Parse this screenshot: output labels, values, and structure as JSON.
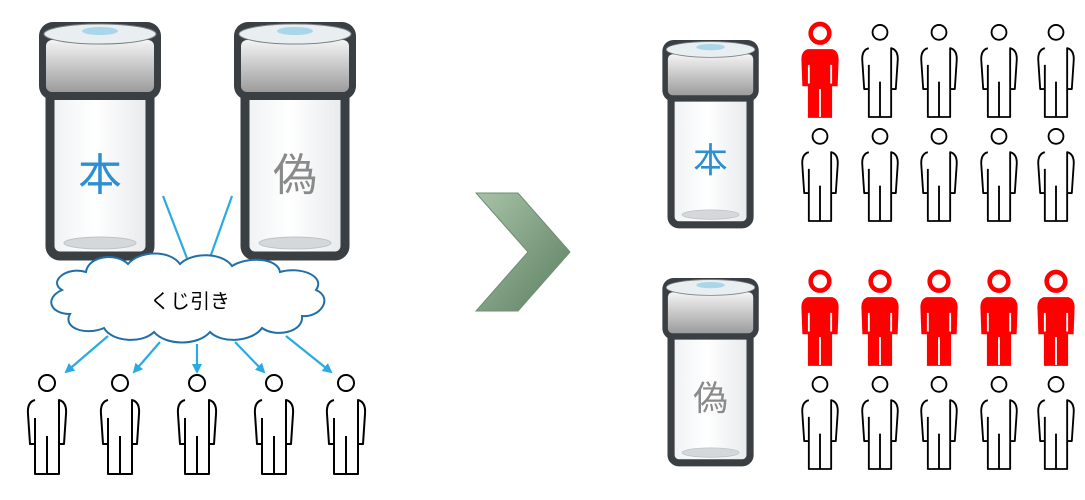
{
  "vials": {
    "real_label": "本",
    "fake_label": "偽",
    "real_color": "#2e8fd0",
    "fake_color": "#8a8a8a"
  },
  "lottery": {
    "label": "くじ引き"
  },
  "results": {
    "real_group": {
      "total": 10,
      "affected": 1
    },
    "fake_group": {
      "total": 10,
      "affected": 5
    }
  },
  "colors": {
    "arrow_blue": "#29abe2",
    "chevron_green": "#7a9e7e",
    "affected_red": "#ff0000",
    "jar_dark": "#3a3f44"
  }
}
